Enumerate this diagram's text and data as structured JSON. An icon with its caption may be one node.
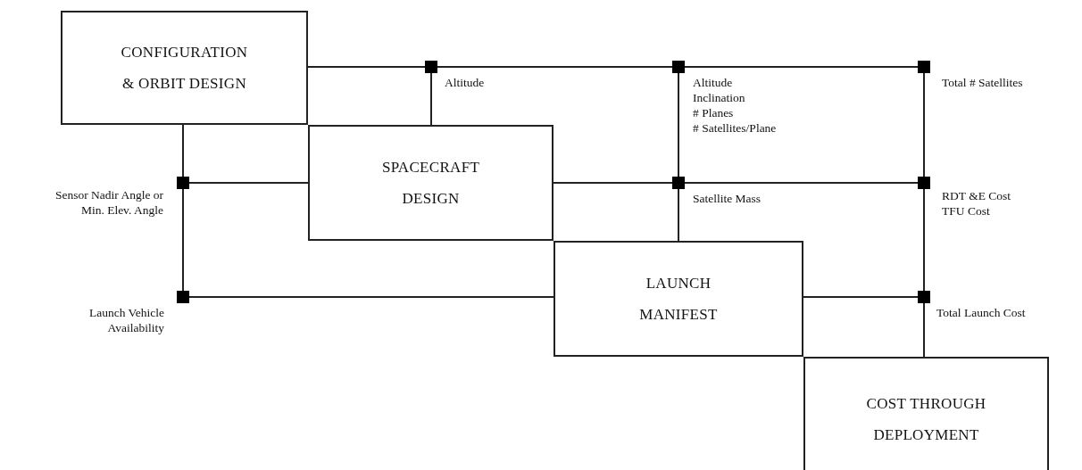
{
  "diagram": {
    "nodes": [
      {
        "text": [
          "CONFIGURATION & ORBIT DESIGN"
        ]
      },
      {
        "text": [],
        "shape": "box",
        "beside": [
          "Altitude"
        ]
      },
      {
        "text": [],
        "shape": "box",
        "beside": [
          "Altitude",
          "Inclination",
          "# Planes",
          "# Satellites/Plane"
        ]
      },
      {
        "text": [],
        "shape": "box",
        "beside": [
          "Total # Satellites"
        ]
      },
      {
        "text": [
          "SPACECRAFT DESIGN"
        ]
      },
      {
        "text": [],
        "shape": "box",
        "beside": [
          "Sensor Nadir Angle or Min. Elev. Angle"
        ]
      },
      {
        "text": [],
        "shape": "box",
        "beside": [
          "Satellite Mass"
        ]
      },
      {
        "text": [],
        "shape": "box",
        "beside": [
          "RDT &E Cost",
          "TFU Cost"
        ]
      },
      {
        "text": [],
        "shape": "box",
        "beside": [
          "Launch Vehicle Availability"
        ]
      },
      {
        "text": [
          "LAUNCH MANIFEST"
        ]
      },
      {
        "text": [],
        "shape": "box",
        "beside": [
          "Total Launch Cost"
        ]
      },
      {
        "text": [
          "COST THROUGH DEPLOYMENT"
        ]
      }
    ],
    "edges": [
      {
        "from": 0,
        "to": 1,
        "arrow": "none"
      },
      {
        "from": 1,
        "to": 2,
        "arrow": "none"
      },
      {
        "from": 2,
        "to": 3,
        "arrow": "none"
      },
      {
        "from": 1,
        "to": 4,
        "arrow": "none"
      },
      {
        "from": 2,
        "to": 6,
        "arrow": "none"
      },
      {
        "from": 6,
        "to": 9,
        "arrow": "none"
      },
      {
        "from": 3,
        "to": 7,
        "arrow": "none"
      },
      {
        "from": 7,
        "to": 10,
        "arrow": "none"
      },
      {
        "from": 10,
        "to": 11,
        "arrow": "none"
      },
      {
        "from": 4,
        "to": 6,
        "arrow": "none"
      },
      {
        "from": 6,
        "to": 7,
        "arrow": "none"
      },
      {
        "from": 4,
        "to": 5,
        "arrow": "none"
      },
      {
        "from": 0,
        "to": 5,
        "arrow": "none"
      },
      {
        "from": 5,
        "to": 8,
        "arrow": "none"
      },
      {
        "from": 8,
        "to": 9,
        "arrow": "none"
      },
      {
        "from": 9,
        "to": 10,
        "arrow": "none"
      }
    ]
  }
}
